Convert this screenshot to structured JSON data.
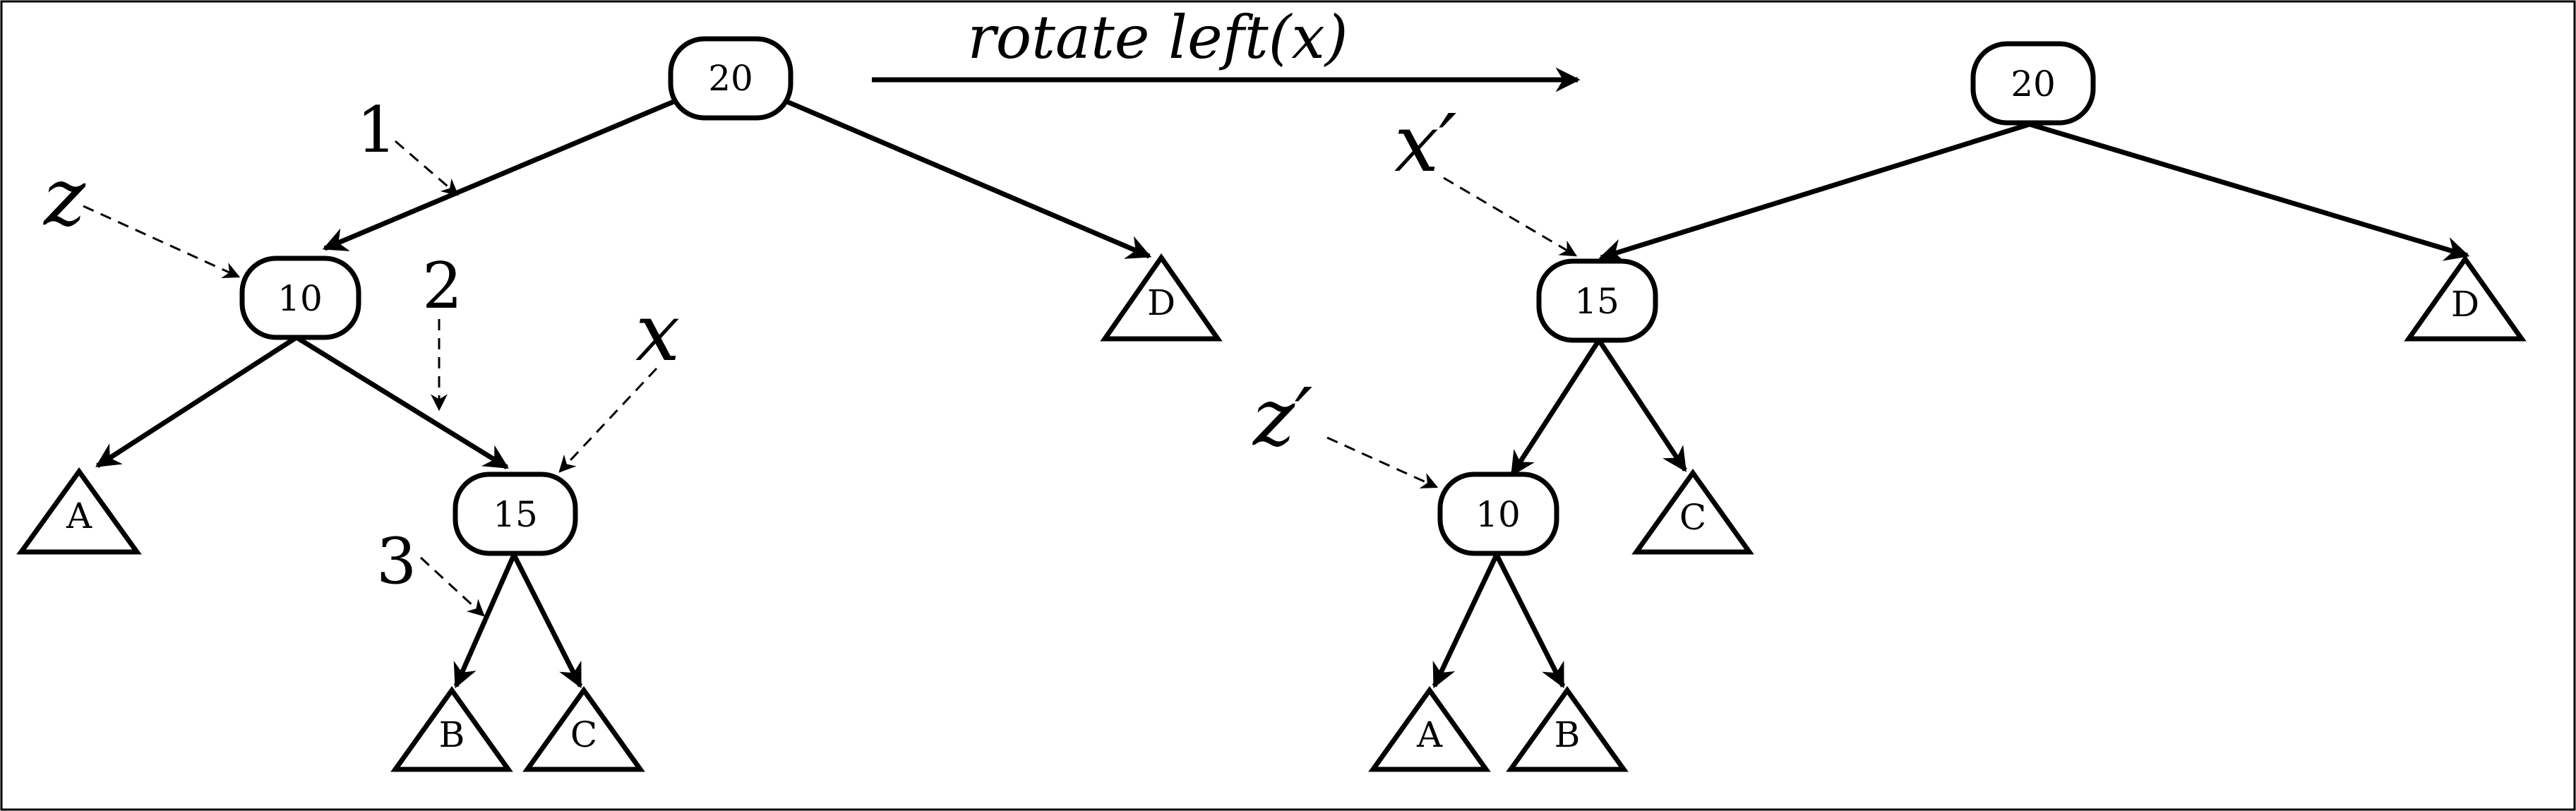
{
  "title": "rotate left(x)",
  "before": {
    "nodes": {
      "n20": "20",
      "n10": "10",
      "n15": "15"
    },
    "leaves": {
      "A": "A",
      "B": "B",
      "C": "C",
      "D": "D"
    },
    "labels": {
      "z": "z",
      "x": "x"
    },
    "markers": {
      "m1": "1",
      "m2": "2",
      "m3": "3"
    }
  },
  "after": {
    "nodes": {
      "n20": "20",
      "n15": "15",
      "n10": "10"
    },
    "leaves": {
      "A": "A",
      "B": "B",
      "C": "C",
      "D": "D"
    },
    "labels": {
      "x_prime": "x′",
      "z_prime": "z′"
    }
  }
}
